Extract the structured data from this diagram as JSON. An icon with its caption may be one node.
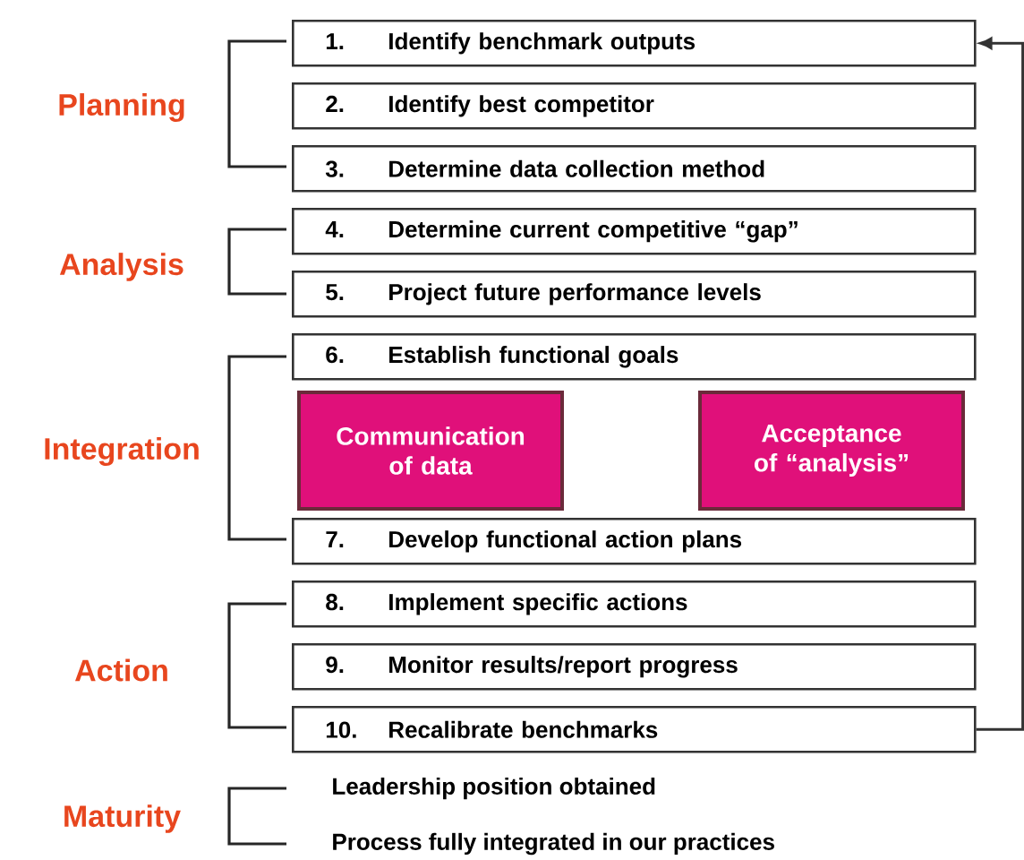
{
  "diagram": {
    "nodes": [
      {
        "text": [
          "1.",
          "Identify benchmark outputs"
        ]
      },
      {
        "text": [
          "2.",
          "Identify best competitor"
        ]
      },
      {
        "text": [
          "3.",
          "Determine data collection method"
        ]
      },
      {
        "text": [
          "4.",
          "Determine current competitive “gap”"
        ]
      },
      {
        "text": [
          "5.",
          "Project future performance levels"
        ]
      },
      {
        "text": [
          "6.",
          "Establish functional goals"
        ]
      },
      {
        "text": [
          "Communication of data"
        ]
      },
      {
        "text": [
          "Acceptance of “analysis”"
        ]
      },
      {
        "text": [
          "7.",
          "Develop functional action plans"
        ]
      },
      {
        "text": [
          "8.",
          "Implement specific actions"
        ]
      },
      {
        "text": [
          "9.",
          "Monitor results/report progress"
        ]
      },
      {
        "text": [
          "10.",
          "Recalibrate benchmarks"
        ]
      }
    ],
    "edges": [
      {
        "from": 11,
        "to": 0,
        "arrow": "to"
      }
    ],
    "labels": [
      "Planning",
      "Analysis",
      "Integration",
      "Action",
      "Maturity",
      "Leadership position obtained",
      "Process fully integrated in our practices"
    ]
  }
}
